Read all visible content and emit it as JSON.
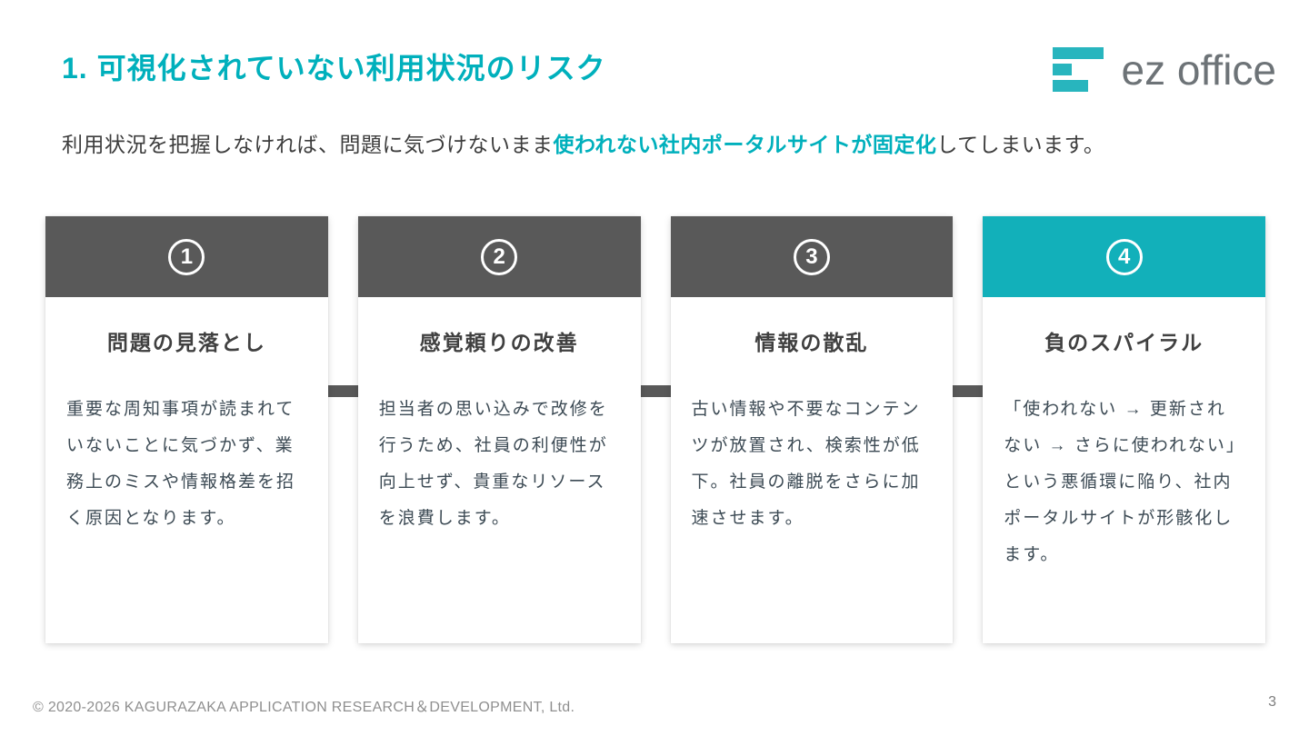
{
  "header": {
    "title": "1. 可視化されていない利用状況のリスク",
    "logo": {
      "text": "ez office",
      "icon": "ez-office-bars-icon"
    }
  },
  "intro": {
    "pre": "利用状況を把握しなければ、問題に気づけないまま",
    "highlight": "使われない社内ポータルサイトが固定化",
    "post": "してしまいます。"
  },
  "cards": [
    {
      "number": "1",
      "title": "問題の見落とし",
      "body": "重要な周知事項が読まれていないことに気づかず、業務上のミスや情報格差を招く原因となります。"
    },
    {
      "number": "2",
      "title": "感覚頼りの改善",
      "body": "担当者の思い込みで改修を行うため、社員の利便性が向上せず、貴重なリソースを浪費します。"
    },
    {
      "number": "3",
      "title": "情報の散乱",
      "body": "古い情報や不要なコンテンツが放置され、検索性が低下。社員の離脱をさらに加速させます。"
    },
    {
      "number": "4",
      "title": "負のスパイラル",
      "body": "「使われない → 更新されない → さらに使われない」という悪循環に陥り、社内ポータルサイトが形骸化します。"
    }
  ],
  "footer": {
    "copyright": "© 2020-2026 KAGURAZAKA APPLICATION RESEARCH＆DEVELOPMENT, Ltd.",
    "page": "3"
  },
  "colors": {
    "accent_teal": "#12b0ba",
    "title_teal": "#00b0bc",
    "dark_header_gray": "#595959",
    "body_text": "#3c4a54",
    "footer_gray": "#8f8f8f"
  }
}
